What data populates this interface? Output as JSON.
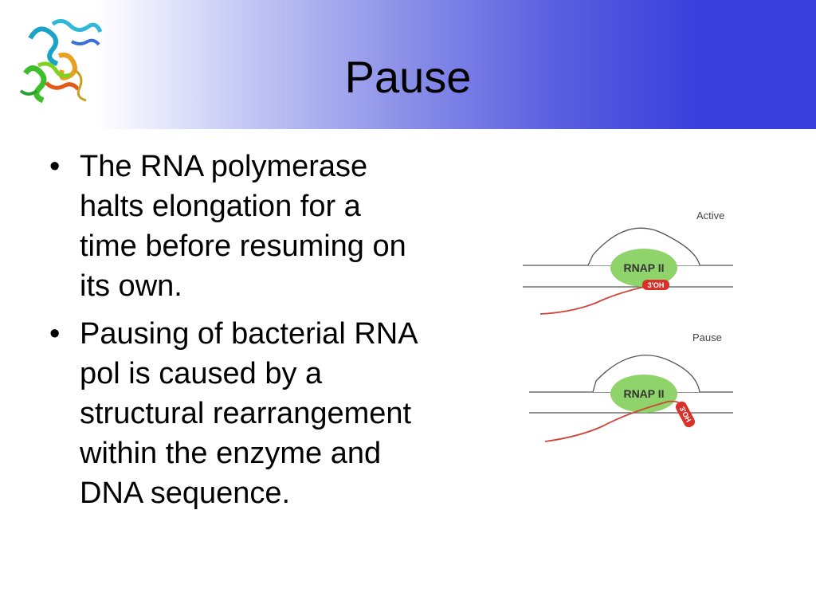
{
  "slide": {
    "title": "Pause",
    "bullets": [
      "The RNA polymerase halts elongation for a time before resuming on its own.",
      "Pausing of bacterial RNA pol is caused by a structural rearrangement within the enzyme and DNA sequence."
    ],
    "bullet_lines": [
      [
        "The RNA polymerase",
        "halts elongation for a",
        "time before resuming on",
        "its own."
      ],
      [
        "Pausing of bacterial RNA",
        "pol is caused by a",
        "structural rearrangement",
        "within the enzyme and",
        "DNA sequence."
      ]
    ],
    "bullet_glyph": "•"
  },
  "logo": {
    "icon": "protein-structure-icon"
  },
  "diagram": {
    "panels": [
      {
        "state": "Active",
        "enzyme": "RNAP II",
        "rna_end": "3'OH"
      },
      {
        "state": "Pause",
        "enzyme": "RNAP II",
        "rna_end": "3'OH"
      }
    ]
  },
  "colors": {
    "title_band_start": "#ffffff",
    "title_band_end": "#3a3fdc",
    "enzyme_fill": "#8fd36b",
    "rna_strand": "#d0453a",
    "oh_tag": "#d9302a",
    "dna_strand": "#555555"
  }
}
